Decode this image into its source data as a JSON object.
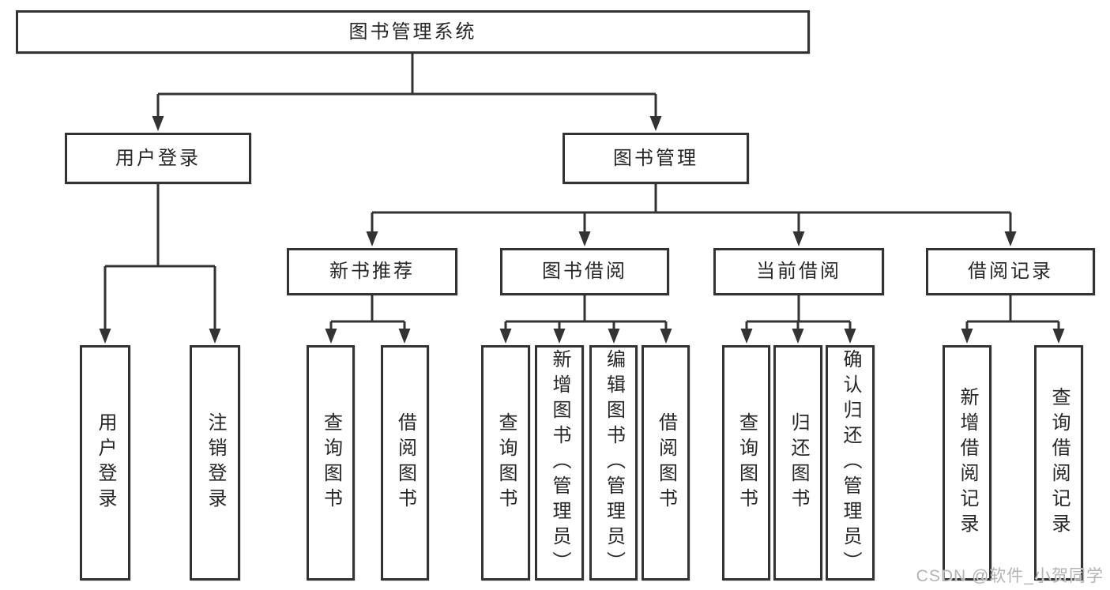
{
  "nodes": {
    "root": {
      "label": "图书管理系统"
    },
    "user_login": {
      "label": "用户登录"
    },
    "book_management": {
      "label": "图书管理"
    },
    "new_book_recommend": {
      "label": "新书推荐"
    },
    "book_borrowing": {
      "label": "图书借阅"
    },
    "current_borrowing": {
      "label": "当前借阅"
    },
    "borrowing_records": {
      "label": "借阅记录"
    },
    "leaf_user_login": {
      "label": "用户登录"
    },
    "leaf_logout": {
      "label": "注销登录"
    },
    "leaf_query_books_1": {
      "label": "查询图书"
    },
    "leaf_borrow_books_1": {
      "label": "借阅图书"
    },
    "leaf_query_books_2": {
      "label": "查询图书"
    },
    "leaf_add_book_admin": {
      "label": "新增图书（管理员）"
    },
    "leaf_edit_book_admin": {
      "label": "编辑图书（管理员）"
    },
    "leaf_borrow_books_2": {
      "label": "借阅图书"
    },
    "leaf_query_books_3": {
      "label": "查询图书"
    },
    "leaf_return_books": {
      "label": "归还图书"
    },
    "leaf_confirm_return_admin": {
      "label": "确认归还（管理员）"
    },
    "leaf_add_borrow_record": {
      "label": "新增借阅记录"
    },
    "leaf_query_borrow_record": {
      "label": "查询借阅记录"
    }
  },
  "hierarchy": {
    "图书管理系统": [
      "用户登录",
      "图书管理"
    ],
    "用户登录": [
      "用户登录",
      "注销登录"
    ],
    "图书管理": [
      "新书推荐",
      "图书借阅",
      "当前借阅",
      "借阅记录"
    ],
    "新书推荐": [
      "查询图书",
      "借阅图书"
    ],
    "图书借阅": [
      "查询图书",
      "新增图书（管理员）",
      "编辑图书（管理员）",
      "借阅图书"
    ],
    "当前借阅": [
      "查询图书",
      "归还图书",
      "确认归还（管理员）"
    ],
    "借阅记录": [
      "新增借阅记录",
      "查询借阅记录"
    ]
  },
  "colors": {
    "box_border": "#333333",
    "connector": "#333333",
    "text": "#262626",
    "background": "#ffffff",
    "watermark": "#b3b3b3"
  },
  "watermark": {
    "text": "CSDN @软件_小贺同学"
  }
}
